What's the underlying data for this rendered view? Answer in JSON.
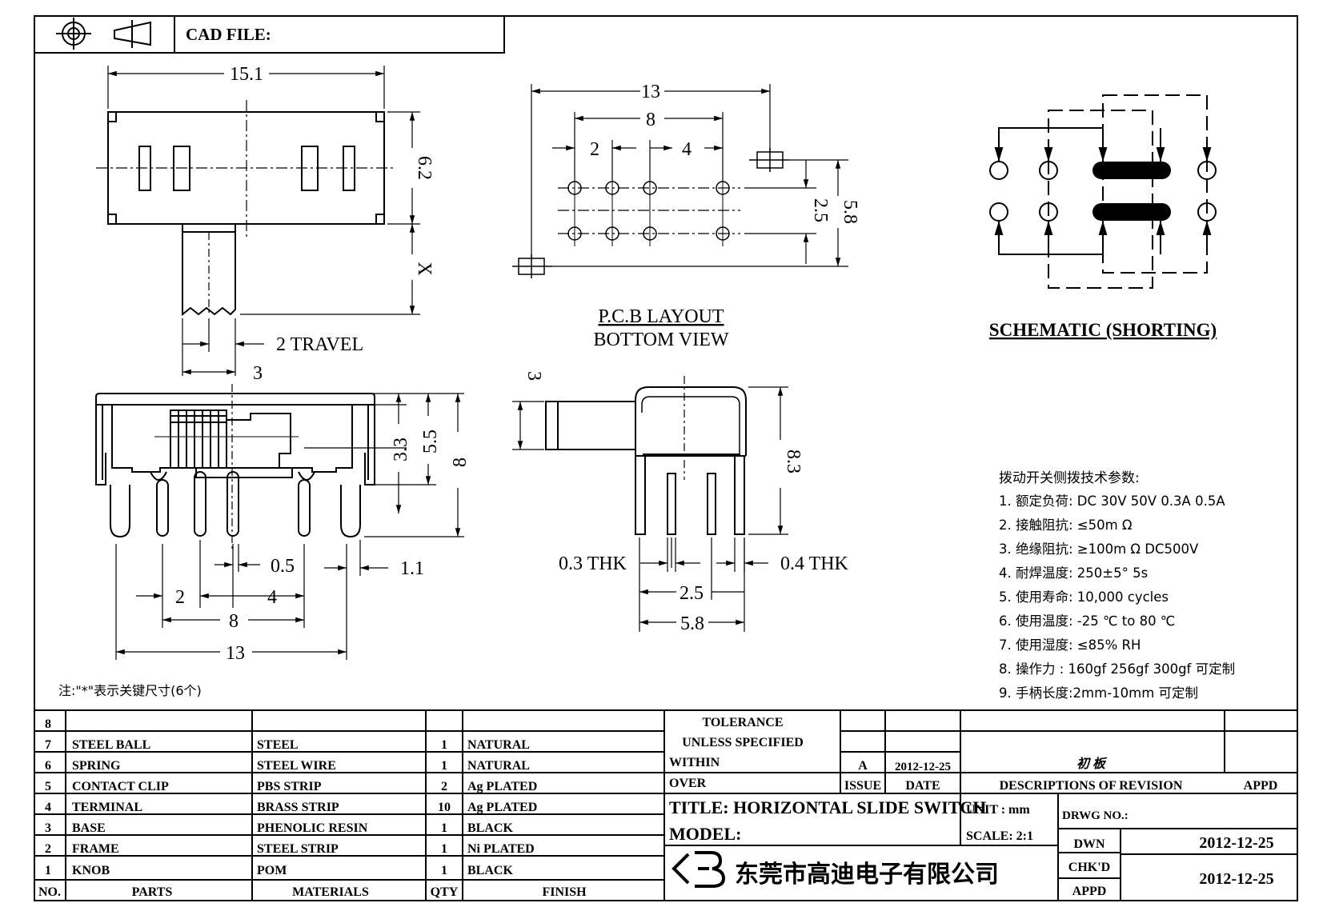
{
  "header": {
    "cad_file_label": "CAD FILE:"
  },
  "top_view": {
    "width_dim": "15.1",
    "height_dim": "6.2",
    "knob_x_dim": "X",
    "travel_label": "2  TRAVEL",
    "knob_width_dim": "3"
  },
  "side_view": {
    "dim_3_3": "3.3",
    "dim_5_5": "5.5",
    "dim_8": "8",
    "dim_0_5": "0.5",
    "dim_1_1": "1.1",
    "dim_2": "2",
    "dim_4": "4",
    "dim_8_pitch": "8",
    "dim_13": "13",
    "note": "注:\"*\"表示关键尺寸(6个)"
  },
  "pcb_layout": {
    "dim_13": "13",
    "dim_8": "8",
    "dim_2": "2",
    "dim_4": "4",
    "dim_2_5": "2.5",
    "dim_5_8": "5.8",
    "label_line1": "P.C.B  LAYOUT",
    "label_line2": "BOTTOM  VIEW"
  },
  "end_view": {
    "dim_3": "3",
    "dim_8_3": "8.3",
    "thk_left": "0.3  THK",
    "thk_right": "0.4  THK",
    "dim_2_5": "2.5",
    "dim_5_8": "5.8"
  },
  "schematic": {
    "title": "SCHEMATIC (SHORTING)"
  },
  "specs": {
    "title": "拨动开关侧拨技术参数:",
    "items": [
      "1.  额定负荷: DC 30V     50V     0.3A     0.5A",
      "2.  接触阻抗:  ≤50m Ω",
      "3.  绝缘阻抗:  ≥100m Ω   DC500V",
      "4.  耐焊温度: 250±5°  5s",
      "5.  使用寿命: 10,000 cycles",
      "6.  使用温度: -25  ℃  to 80  ℃",
      "7.  使用湿度:  ≤85% RH",
      "8.  操作力 : 160gf    256gf    300gf  可定制",
      "9.  手柄长度:2mm-10mm   可定制"
    ]
  },
  "bom": {
    "headers": [
      "NO.",
      "PARTS",
      "MATERIALS",
      "QTY",
      "FINISH"
    ],
    "rows": [
      [
        "8",
        "",
        "",
        "",
        ""
      ],
      [
        "7",
        "STEEL  BALL",
        "STEEL",
        "1",
        "NATURAL"
      ],
      [
        "6",
        "SPRING",
        "STEEL  WIRE",
        "1",
        "NATURAL"
      ],
      [
        "5",
        "CONTACT  CLIP",
        "PBS  STRIP",
        "2",
        "Ag  PLATED"
      ],
      [
        "4",
        "TERMINAL",
        "BRASS  STRIP",
        "10",
        "Ag  PLATED"
      ],
      [
        "3",
        "BASE",
        "PHENOLIC  RESIN",
        "1",
        "BLACK"
      ],
      [
        "2",
        "FRAME",
        "STEEL  STRIP",
        "1",
        "Ni  PLATED"
      ],
      [
        "1",
        "KNOB",
        "POM",
        "1",
        "BLACK"
      ]
    ]
  },
  "title_block": {
    "tolerance_1": "TOLERANCE",
    "tolerance_2": "UNLESS    SPECIFIED",
    "within": "WITHIN",
    "over": "OVER",
    "issue_value": "A",
    "date_value": "2012-12-25",
    "revision_desc": "初 板",
    "issue_label": "ISSUE",
    "date_label": "DATE",
    "descriptions_label": "DESCRIPTIONS  OF  REVISION",
    "appd_label": "APPD",
    "title": "TITLE:  HORIZONTAL  SLIDE  SWITCH",
    "unit": "UNIT : mm",
    "drwg_no_label": "DRWG  NO.:",
    "model_label": "MODEL:",
    "scale": "SCALE:  2:1",
    "dwn_label": "DWN",
    "dwn_date": "2012-12-25",
    "chkd_label": "CHK'D",
    "appd2_label": "APPD",
    "chk_date": "2012-12-25",
    "company": "东莞市高迪电子有限公司"
  }
}
